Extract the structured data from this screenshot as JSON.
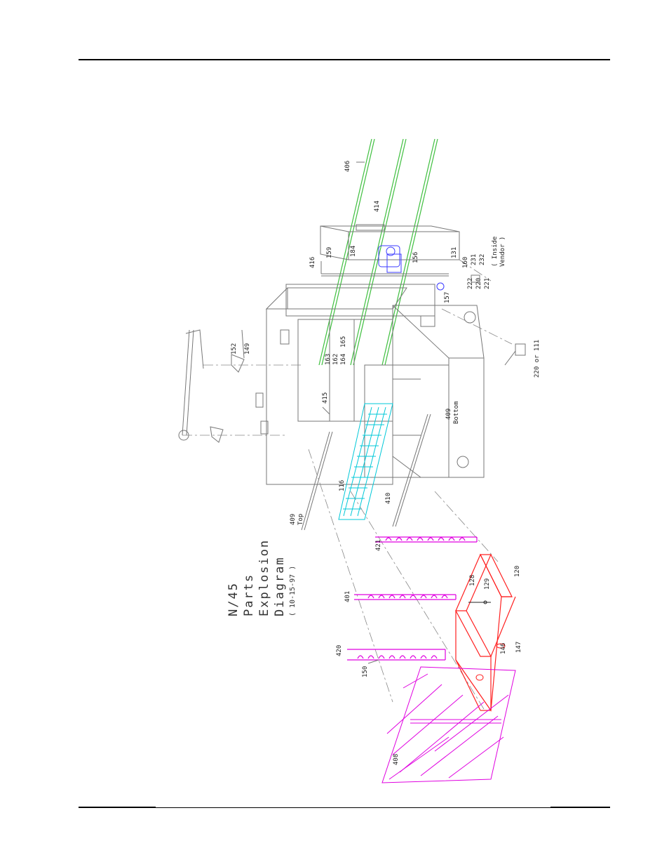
{
  "diagram": {
    "title_lines": [
      "N/45",
      "Parts",
      "Explosion",
      "Diagram"
    ],
    "date": "( 10-15-97 )",
    "labels": {
      "l406": "406",
      "l414": "414",
      "l416": "416",
      "l159": "159",
      "l184": "184",
      "l156": "156",
      "l131": "131",
      "l160": "160",
      "l231": "231",
      "l232": "232",
      "l222": "222",
      "l220": "220",
      "l221": "221",
      "inside_l1": "( Inside",
      "inside_l2": "Vendor )",
      "l157": "157",
      "l152": "152",
      "l149": "149",
      "l163": "163",
      "l162": "162",
      "l164": "164",
      "l165": "165",
      "l415": "415",
      "l409_bottom_l1": "409",
      "l409_bottom_l2": "Bottom",
      "l220_or_111": "220 or 111",
      "l410": "410",
      "l116": "116",
      "l409_top_l1": "409",
      "l409_top_l2": "Top",
      "l421": "421",
      "l401": "401",
      "l120": "120",
      "l128": "128",
      "l129": "129",
      "l147": "147",
      "l146": "146",
      "l420": "420",
      "l150": "150",
      "l408": "408"
    }
  },
  "colors": {
    "green": "#3fbf3f",
    "blue": "#3b3bff",
    "cyan": "#00c8d8",
    "magenta": "#e000e0",
    "red": "#ff2020",
    "gray": "#777777"
  }
}
